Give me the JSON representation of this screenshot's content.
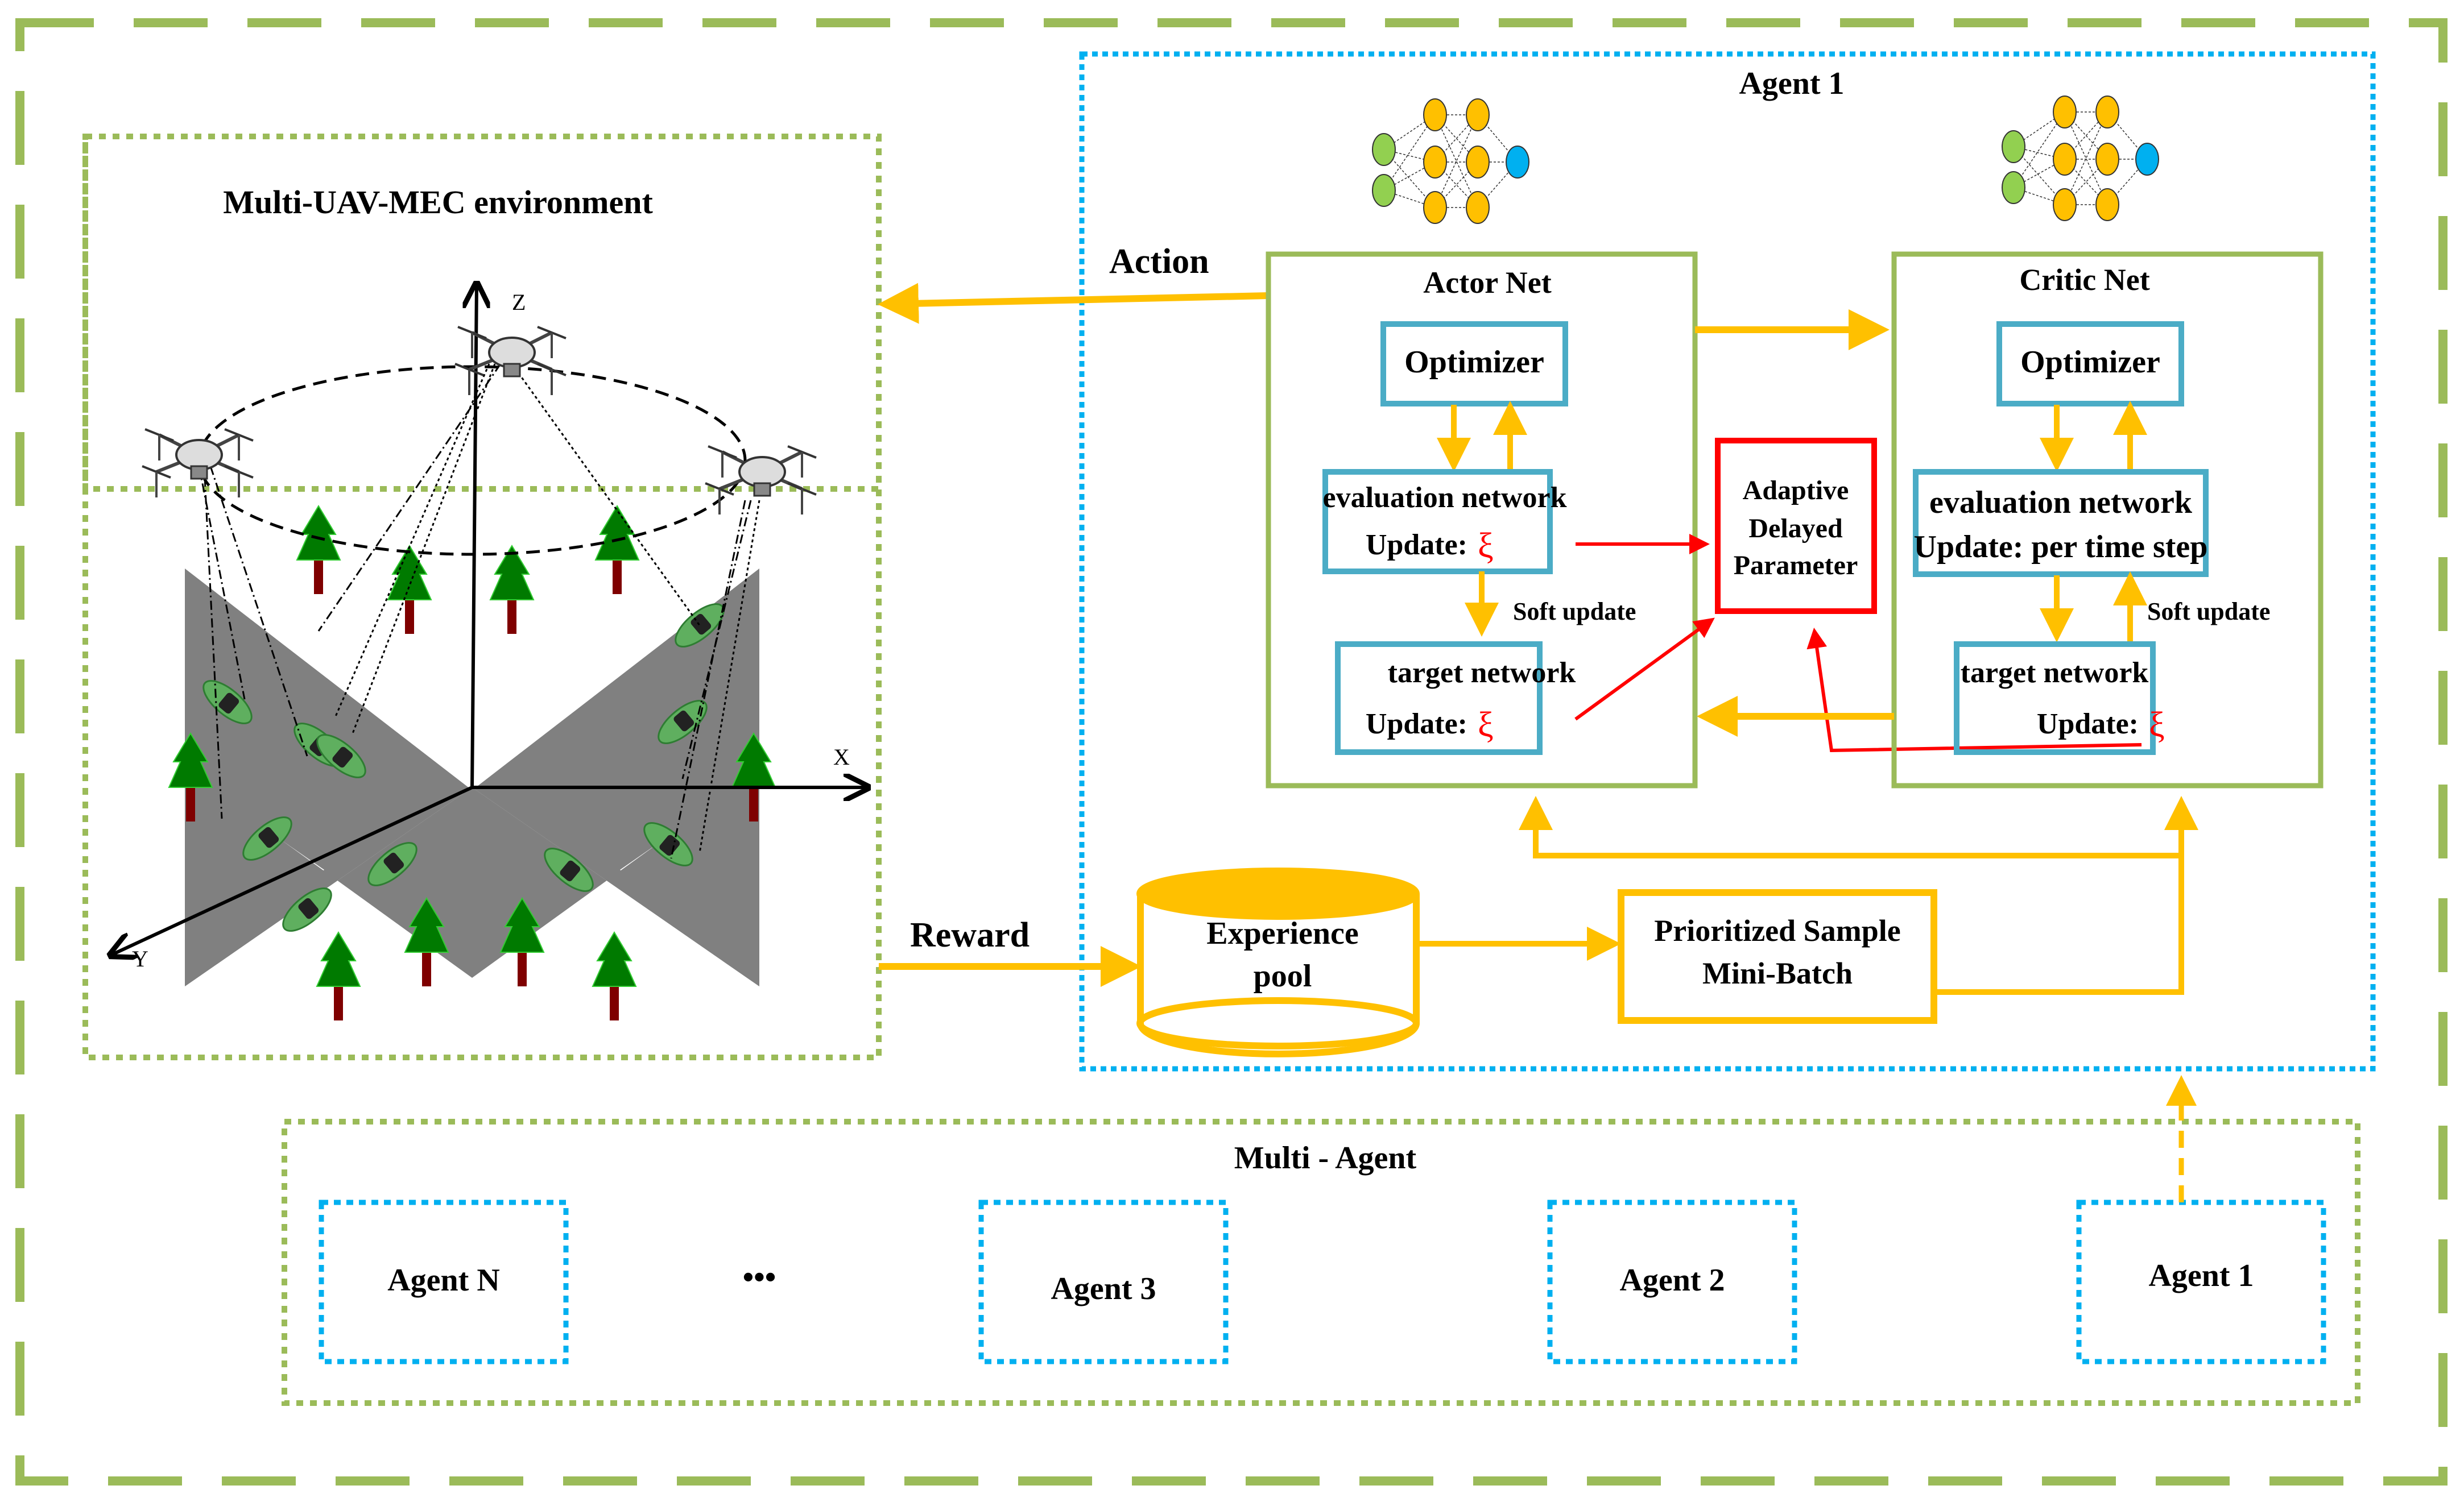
{
  "colors": {
    "outer_border": "#9BBB59",
    "agent_border": "#00B0F0",
    "net_box": "#9BBB59",
    "inner_box": "#4BACC6",
    "arrow": "#FFC000",
    "red": "#FF0000",
    "road": "#808080",
    "tree": "#007A00",
    "trunk": "#7F0000"
  },
  "environment": {
    "title": "Multi-UAV-MEC  environment",
    "axes": {
      "x": "X",
      "y": "Y",
      "z": "Z"
    }
  },
  "agent1": {
    "title": "Agent  1",
    "action_label": "Action",
    "reward_label": "Reward",
    "actor": {
      "title": "Actor Net",
      "optimizer": "Optimizer",
      "eval_title": "evaluation network",
      "eval_update": "Update:",
      "soft_update": "Soft update",
      "target_title": "target network",
      "target_update": "Update:",
      "xi": "ξ"
    },
    "critic": {
      "title": "Critic Net",
      "optimizer": "Optimizer",
      "eval_title": "evaluation network",
      "eval_update": "Update: per time step",
      "soft_update": "Soft update",
      "target_title": "target network",
      "target_update": "Update:",
      "xi": "ξ"
    },
    "adaptive": [
      "Adaptive",
      "Delayed",
      "Parameter"
    ],
    "experience_pool": [
      "Experience",
      "pool"
    ],
    "prioritized": [
      "Prioritized Sample",
      "Mini-Batch"
    ]
  },
  "multi_agent": {
    "title": "Multi  -  Agent",
    "agents": [
      "Agent  N",
      "Agent  3",
      "Agent  2",
      "Agent  1"
    ],
    "ellipsis": "•••"
  }
}
